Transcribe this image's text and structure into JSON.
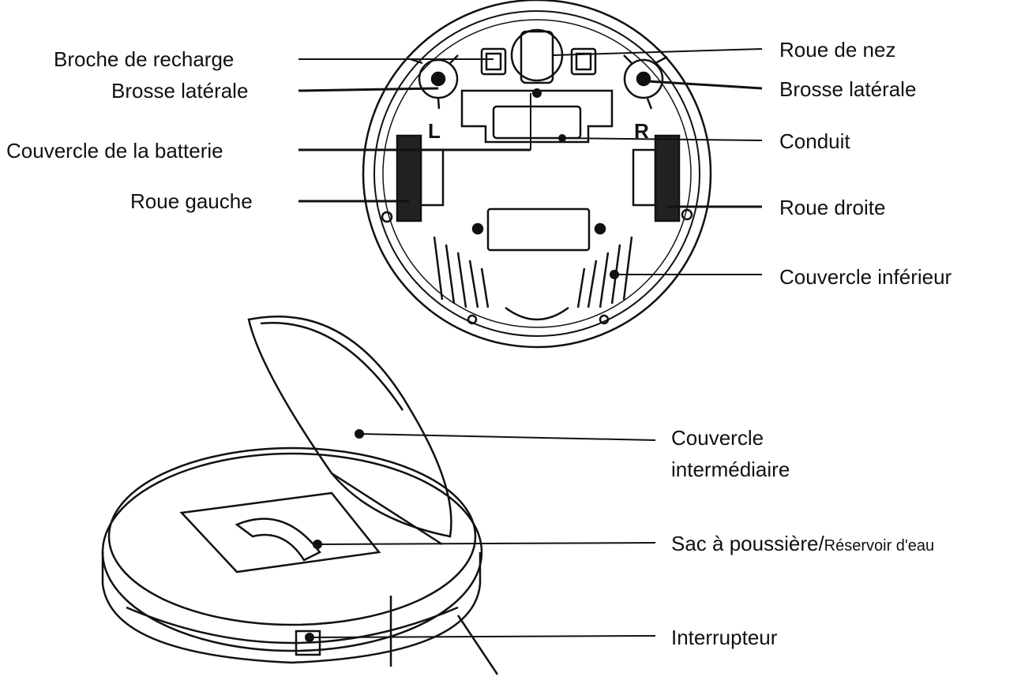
{
  "labels_left": [
    {
      "text": "Broche de recharge"
    },
    {
      "text": "Brosse latérale"
    },
    {
      "text": "Couvercle de la batterie"
    },
    {
      "text": "Roue gauche"
    }
  ],
  "labels_right": [
    {
      "text": "Roue de nez"
    },
    {
      "text": "Brosse latérale"
    },
    {
      "text": "Conduit"
    },
    {
      "text": "Roue droite"
    },
    {
      "text": "Couvercle inférieur"
    }
  ],
  "labels_bottom": {
    "intermediate_cover_line1": "Couvercle",
    "intermediate_cover_line2": "intermédiaire",
    "dust_bag": "Sac à poussière/",
    "water_tank": "Réservoir d'eau",
    "switch": "Interrupteur"
  },
  "markers": {
    "left_wheel_letter": "L",
    "right_wheel_letter": "R"
  }
}
